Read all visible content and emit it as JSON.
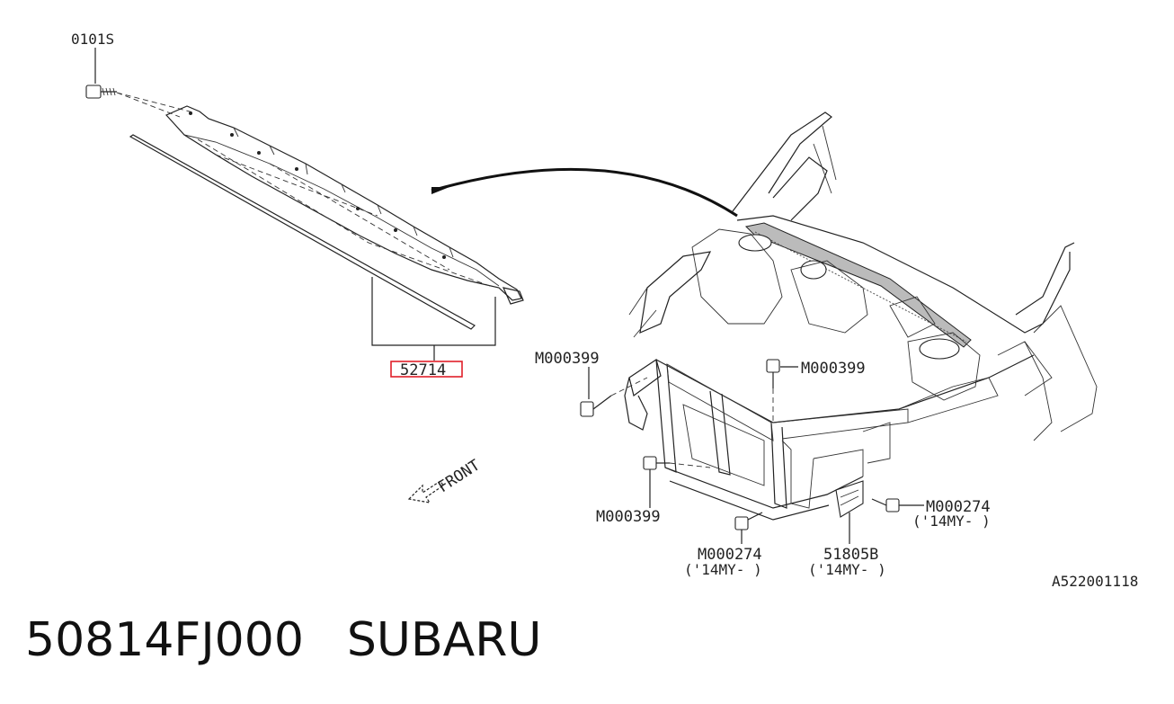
{
  "labels": {
    "bolt_top": "0101S",
    "seal_part": "52714",
    "bolt_left": "M000399",
    "bolt_center": "M000399",
    "bolt_lower": "M000399",
    "bolt_right_m274": "M000274",
    "bolt_right_note": "('14MY-   )",
    "bolt_bottom_m274": "M000274",
    "bolt_bottom_note": "('14MY-   )",
    "bracket_part": "51805B",
    "bracket_note": "('14MY-   )",
    "front_arrow": "FRONT",
    "figure_code": "A522001118"
  },
  "caption": {
    "part_number": "50814FJ000",
    "brand": "SUBARU"
  },
  "colors": {
    "highlight": "#e0202a",
    "line": "#222222"
  }
}
